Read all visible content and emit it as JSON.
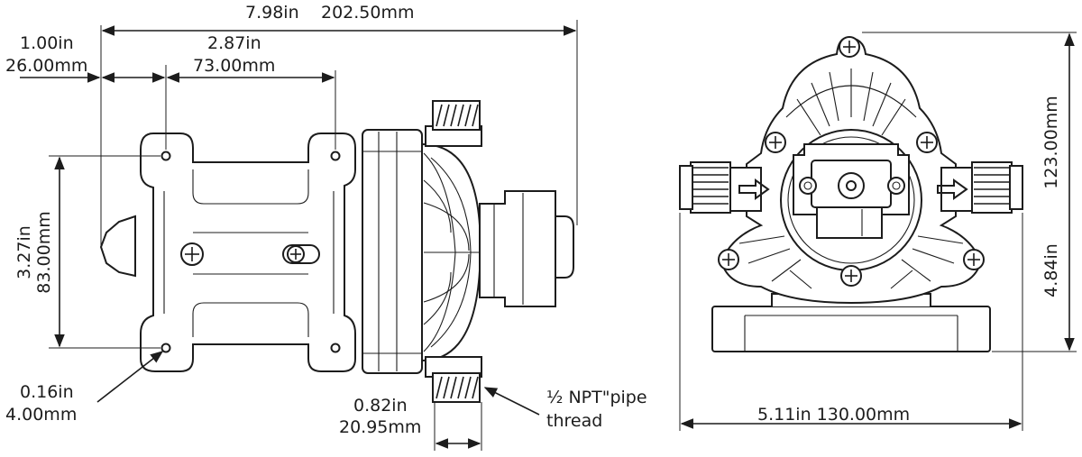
{
  "dimensions": {
    "overall_length": {
      "in": "7.98in",
      "mm": "202.50mm"
    },
    "mount_offset": {
      "in": "1.00in",
      "mm": "26.00mm"
    },
    "hole_spacing_length": {
      "in": "2.87in",
      "mm": "73.00mm"
    },
    "hole_spacing_width": {
      "in": "3.27in",
      "mm": "83.00mm"
    },
    "hole_diameter": {
      "in": "0.16in",
      "mm": "4.00mm"
    },
    "port_width": {
      "in": "0.82in",
      "mm": "20.95mm"
    },
    "overall_width": {
      "text": "5.11in  130.00mm"
    },
    "overall_height": {
      "in": "4.84in",
      "mm": "123.00mm"
    }
  },
  "callouts": {
    "pipe_thread_line1": "½ NPT\"pipe",
    "pipe_thread_line2": "thread"
  }
}
